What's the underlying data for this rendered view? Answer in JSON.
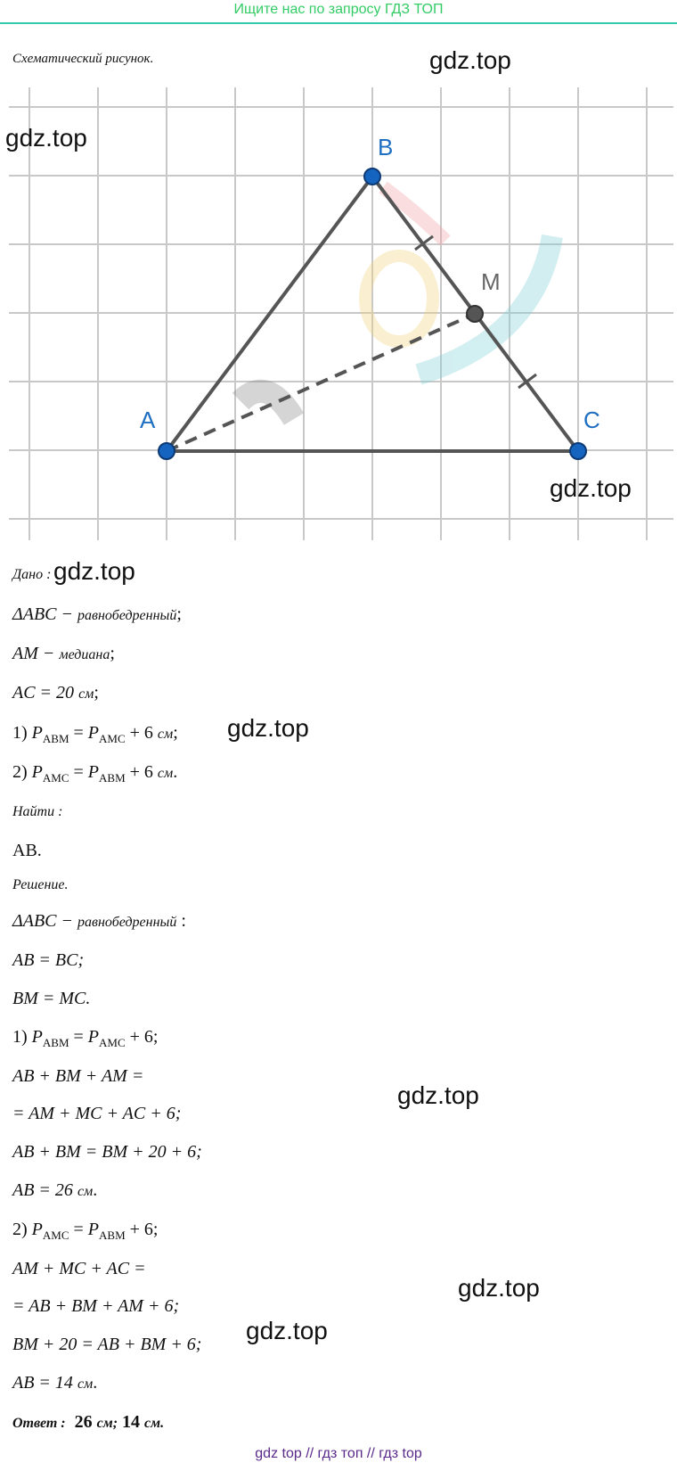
{
  "banner": "Ищите нас по запросу ГДЗ ТОП",
  "caption": "Схематический рисунок.",
  "watermark": "gdz.top",
  "figure": {
    "points": {
      "A": "A",
      "B": "B",
      "C": "C",
      "M": "M"
    },
    "colors": {
      "grid": "#c8c8c8",
      "side": "#555555",
      "point": "#1565c0",
      "pointM": "#555555",
      "label": "#1e6fc2"
    }
  },
  "given": {
    "heading": "Дано :",
    "l1_math": "ΔABC −",
    "l1_word": "равнобедренный",
    "l1_end": ";",
    "l2_math": "AM −",
    "l2_word": "медиана",
    "l2_end": ";",
    "l3_math": "AC = 20",
    "l3_unit": "см",
    "l3_end": ";",
    "l4": {
      "num": "1)",
      "P": "P",
      "s1": "ABM",
      "eq": "=",
      "s2": "AMC",
      "plus": "+ 6",
      "unit": "см",
      "end": ";"
    },
    "l5": {
      "num": "2)",
      "P": "P",
      "s1": "AMC",
      "eq": "=",
      "s2": "ABM",
      "plus": "+ 6",
      "unit": "см",
      "end": "."
    }
  },
  "find": {
    "heading": "Найти :",
    "value": "AB."
  },
  "solution": {
    "heading": "Решение.",
    "s1_math": "ΔABC −",
    "s1_word": "равнобедренный",
    "s1_end": ":",
    "s2": "AB = BC;",
    "s3": "BM = MC.",
    "s4": {
      "num": "1)",
      "P": "P",
      "s1": "ABM",
      "eq": "=",
      "s2": "AMC",
      "plus": "+ 6;"
    },
    "s5": "AB + BM + AM =",
    "s6": "= AM + MC + AC + 6;",
    "s7": "AB + BM = BM + 20 + 6;",
    "s8_math": "AB = 26",
    "s8_unit": "см",
    "s8_end": ".",
    "s9": {
      "num": "2)",
      "P": "P",
      "s1": "AMC",
      "eq": "=",
      "s2": "ABM",
      "plus": "+ 6;"
    },
    "s10": "AM + MC + AC =",
    "s11": "= AB + BM + AM + 6;",
    "s12": "BM + 20 = AB + BM + 6;",
    "s13_math": "AB = 14",
    "s13_unit": "см",
    "s13_end": "."
  },
  "answer": {
    "label": "Ответ :",
    "v1": "26",
    "u1": "см;",
    "v2": "14",
    "u2": "см."
  },
  "footer": "gdz top  //  гдз топ  //  гдз top"
}
